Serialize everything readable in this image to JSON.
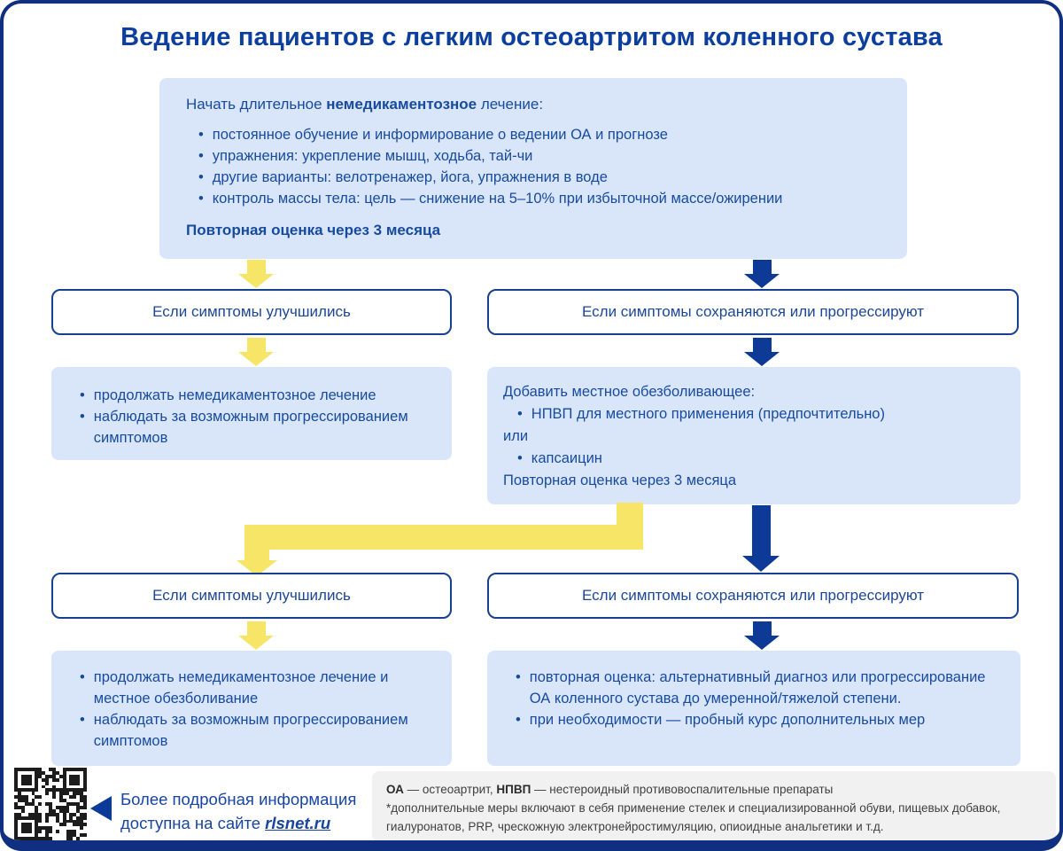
{
  "page": {
    "title": "Ведение пациентов с легким остеоартритом коленного сустава",
    "accent_navy": "#0c3a96",
    "accent_yellow": "#f6e566",
    "box_fill_blue": "#d9e6fa",
    "footnote_fill_gray": "#f1f1f1"
  },
  "top_box": {
    "intro_prefix": "Начать длительное ",
    "intro_bold": "немедикаментозное",
    "intro_suffix": " лечение:",
    "bullets": [
      "постоянное обучение и информирование о ведении ОА и прогнозе",
      "упражнения: укрепление мышц, ходьба, тай-чи",
      "другие варианты: велотренажер, йога, упражнения в воде",
      "контроль массы тела: цель — снижение на 5–10% при избыточной массе/ожирении"
    ],
    "followup": "Повторная оценка через 3 месяца"
  },
  "branch1": {
    "improved_label": "Если симптомы улучшились",
    "persist_label": "Если симптомы сохраняются или прогрессируют",
    "improved_actions": [
      "продолжать немедикаментозное лечение",
      "наблюдать за возможным прогрессированием симптомов"
    ],
    "persist_box": {
      "heading": "Добавить местное обезболивающее:",
      "option1": "НПВП для местного применения (предпочтительно)",
      "or_label": "или",
      "option2": "капсаицин",
      "followup": "Повторная оценка через 3 месяца"
    }
  },
  "branch2": {
    "improved_label": "Если симптомы улучшились",
    "persist_label": "Если симптомы сохраняются или прогрессируют",
    "improved_actions": [
      "продолжать немедикаментозное лечение и местное обезболивание",
      "наблюдать за возможным прогрессированием симптомов"
    ],
    "persist_actions": [
      "повторная оценка: альтернативный диагноз или прогрессирование ОА коленного сустава до умеренной/тяжелой степени.",
      "при необходимости — пробный курс дополнительных мер"
    ]
  },
  "footer": {
    "qr_icon": "qr-code",
    "arrow_icon": "triangle-left",
    "info_line1": "Более подробная информация",
    "info_line2_prefix": "доступна на сайте ",
    "info_link": "rlsnet.ru"
  },
  "footnote": {
    "abbr1": "ОА",
    "abbr1_def": " — остеоартрит, ",
    "abbr2": "НПВП",
    "abbr2_def": " — нестероидный противовоспалительные препараты",
    "note": "*дополнительные меры включают в себя применение стелек и специализированной обуви, пищевых добавок, гиалуронатов, PRP, чрескожную электронейростимуляцию, опиоидные анальгетики и т.д."
  }
}
